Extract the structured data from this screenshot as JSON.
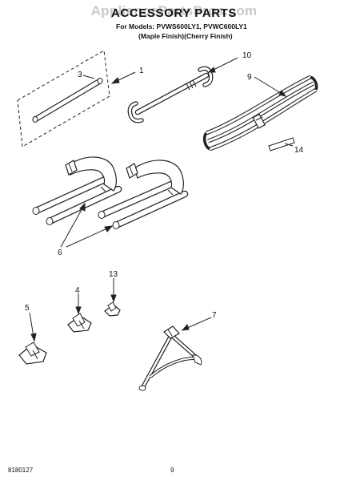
{
  "watermark": "AppliancePartsPros.com",
  "title": "ACCESSORY PARTS",
  "models_line": "For Models: PVWS600LY1, PVWC600LY1",
  "finish_line": "(Maple Finish)(Cherry Finish)",
  "callouts": {
    "c10": "10",
    "c1": "1",
    "c3": "3",
    "c9": "9",
    "c14": "14",
    "c6": "6",
    "c13": "13",
    "c4": "4",
    "c5": "5",
    "c7": "7"
  },
  "footer": {
    "doc_number": "8180127",
    "page_number": "9"
  }
}
